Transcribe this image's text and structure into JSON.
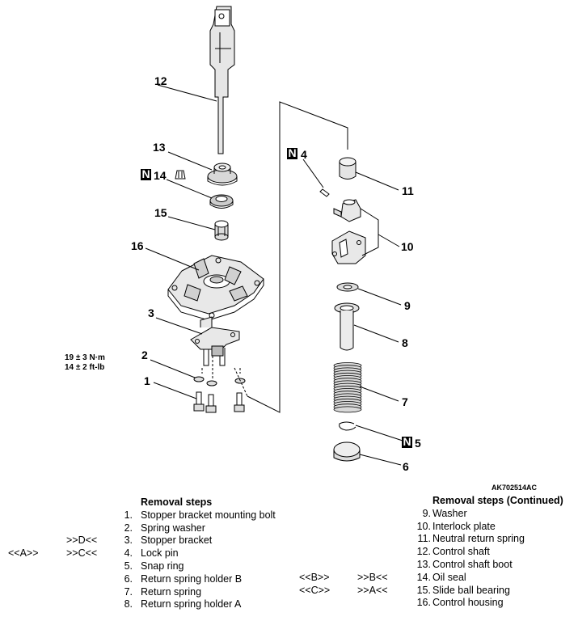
{
  "figure_id": "AK702514AC",
  "torque_spec": {
    "line1": "19 ± 3 N·m",
    "line2": "14 ± 2 ft-lb"
  },
  "callouts": {
    "c1": "1",
    "c2": "2",
    "c3": "3",
    "c4": "4",
    "c5": "5",
    "c6": "6",
    "c7": "7",
    "c8": "8",
    "c9": "9",
    "c10": "10",
    "c11": "11",
    "c12": "12",
    "c13": "13",
    "c14": "14",
    "c15": "15",
    "c16": "16",
    "new_part_marker": "N"
  },
  "removal_left": {
    "title": "Removal steps",
    "steps": [
      {
        "install": "",
        "remove": "",
        "num": "1.",
        "text": "Stopper bracket mounting bolt"
      },
      {
        "install": "",
        "remove": "",
        "num": "2.",
        "text": "Spring washer"
      },
      {
        "install": "",
        "remove": ">>D<<",
        "num": "3.",
        "text": "Stopper bracket"
      },
      {
        "install": "<<A>>",
        "remove": ">>C<<",
        "num": "4.",
        "text": "Lock pin"
      },
      {
        "install": "",
        "remove": "",
        "num": "5.",
        "text": "Snap ring"
      },
      {
        "install": "",
        "remove": "",
        "num": "6.",
        "text": "Return spring holder B"
      },
      {
        "install": "",
        "remove": "",
        "num": "7.",
        "text": "Return spring"
      },
      {
        "install": "",
        "remove": "",
        "num": "8.",
        "text": "Return spring holder A"
      }
    ]
  },
  "removal_right": {
    "title": "Removal steps (Continued)",
    "steps": [
      {
        "install": "",
        "remove": "",
        "num": "9.",
        "text": "Washer"
      },
      {
        "install": "",
        "remove": "",
        "num": "10.",
        "text": "Interlock plate"
      },
      {
        "install": "",
        "remove": "",
        "num": "11.",
        "text": "Neutral return spring"
      },
      {
        "install": "",
        "remove": "",
        "num": "12.",
        "text": "Control shaft"
      },
      {
        "install": "",
        "remove": "",
        "num": "13.",
        "text": "Control shaft boot"
      },
      {
        "install": "<<B>>",
        "remove": ">>B<<",
        "num": "14.",
        "text": "Oil seal"
      },
      {
        "install": "<<C>>",
        "remove": ">>A<<",
        "num": "15.",
        "text": "Slide ball bearing"
      },
      {
        "install": "",
        "remove": "",
        "num": "16.",
        "text": "Control housing"
      }
    ]
  }
}
